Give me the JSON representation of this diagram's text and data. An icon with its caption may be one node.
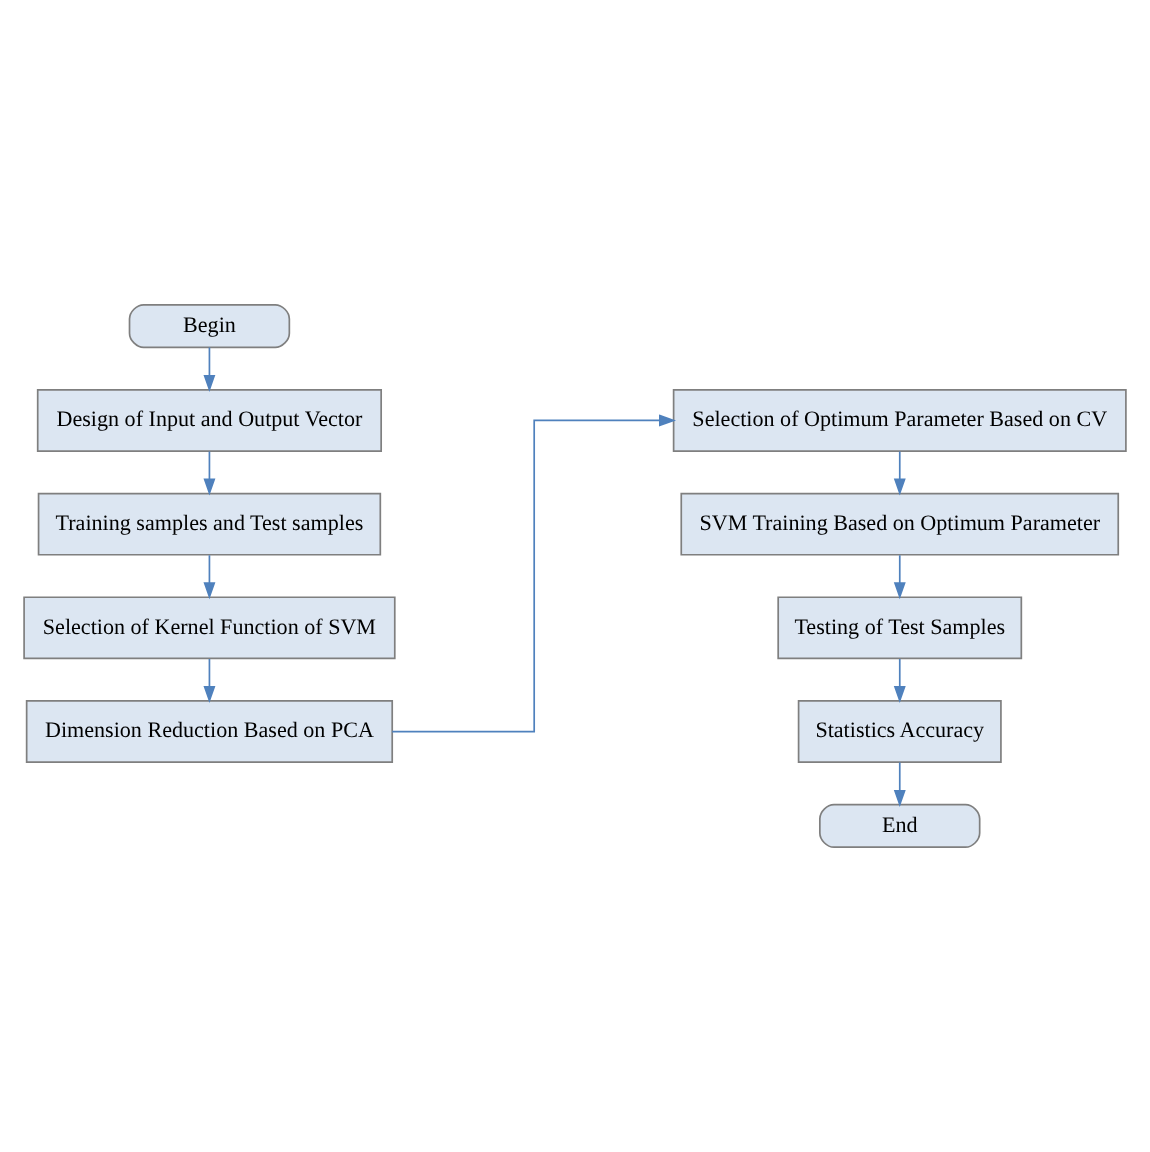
{
  "diagram": {
    "nodes": [
      {
        "text": [
          "Begin"
        ]
      },
      {
        "text": [
          "Design of Input and Output Vector"
        ]
      },
      {
        "text": [
          "Training samples and Test samples"
        ]
      },
      {
        "text": [
          "Selection of Kernel Function of SVM"
        ]
      },
      {
        "text": [
          "Dimension Reduction Based on PCA"
        ]
      },
      {
        "text": [
          "Selection of Optimum Parameter Based on CV"
        ]
      },
      {
        "text": [
          "SVM Training Based on Optimum Parameter"
        ]
      },
      {
        "text": [
          "Testing of Test Samples"
        ]
      },
      {
        "text": [
          "Statistics Accuracy"
        ]
      },
      {
        "text": [
          "End"
        ]
      }
    ],
    "edges": [
      {
        "from": 0,
        "to": 1,
        "arrow": "to"
      },
      {
        "from": 1,
        "to": 2,
        "arrow": "to"
      },
      {
        "from": 2,
        "to": 3,
        "arrow": "to"
      },
      {
        "from": 3,
        "to": 4,
        "arrow": "to"
      },
      {
        "from": 4,
        "to": 5,
        "arrow": "to"
      },
      {
        "from": 5,
        "to": 6,
        "arrow": "to"
      },
      {
        "from": 6,
        "to": 7,
        "arrow": "to"
      },
      {
        "from": 7,
        "to": 8,
        "arrow": "to"
      },
      {
        "from": 8,
        "to": 9,
        "arrow": "to"
      }
    ]
  }
}
